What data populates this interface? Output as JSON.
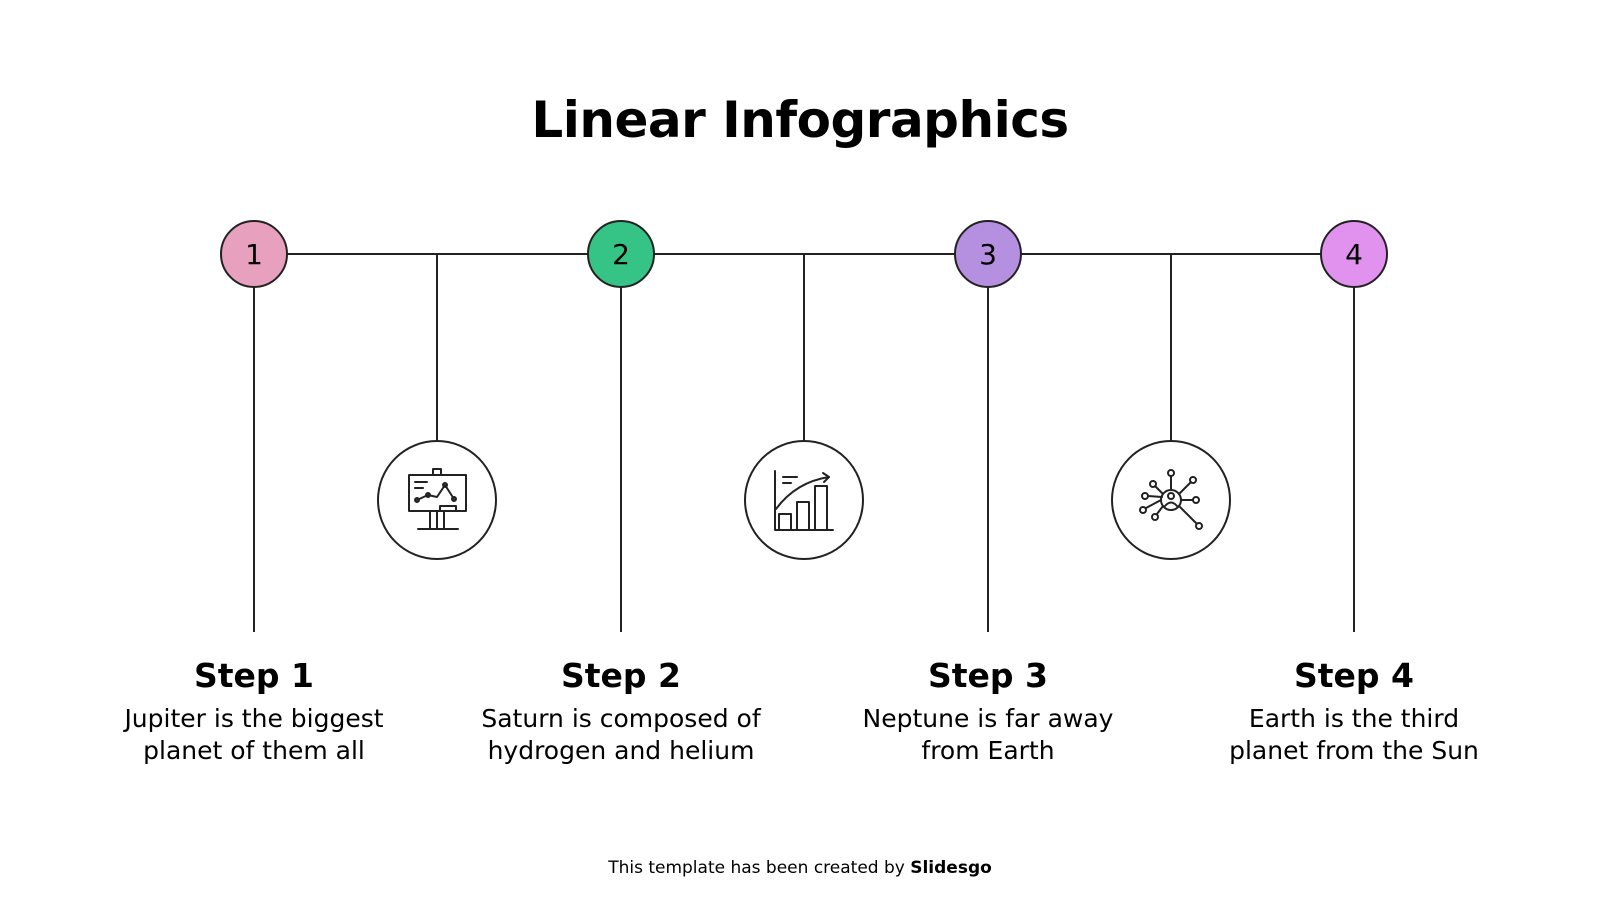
{
  "title": "Linear Infographics",
  "colors": {
    "line": "#222222",
    "step1": "#e8a0bf",
    "step2": "#36c486",
    "step3": "#b58fe0",
    "step4": "#e191ee"
  },
  "steps": [
    {
      "number": "1",
      "title": "Step 1",
      "desc_line1": "Jupiter is the biggest",
      "desc_line2": "planet of them all"
    },
    {
      "number": "2",
      "title": "Step 2",
      "desc_line1": "Saturn is composed of",
      "desc_line2": "hydrogen and helium"
    },
    {
      "number": "3",
      "title": "Step 3",
      "desc_line1": "Neptune is far away",
      "desc_line2": "from Earth"
    },
    {
      "number": "4",
      "title": "Step 4",
      "desc_line1": "Earth is the third",
      "desc_line2": "planet from the Sun"
    }
  ],
  "icons": [
    {
      "name": "presentation-board-icon"
    },
    {
      "name": "growth-chart-icon"
    },
    {
      "name": "network-user-icon"
    }
  ],
  "footer": {
    "prefix": "This template has been created by ",
    "brand": "Slidesgo"
  }
}
